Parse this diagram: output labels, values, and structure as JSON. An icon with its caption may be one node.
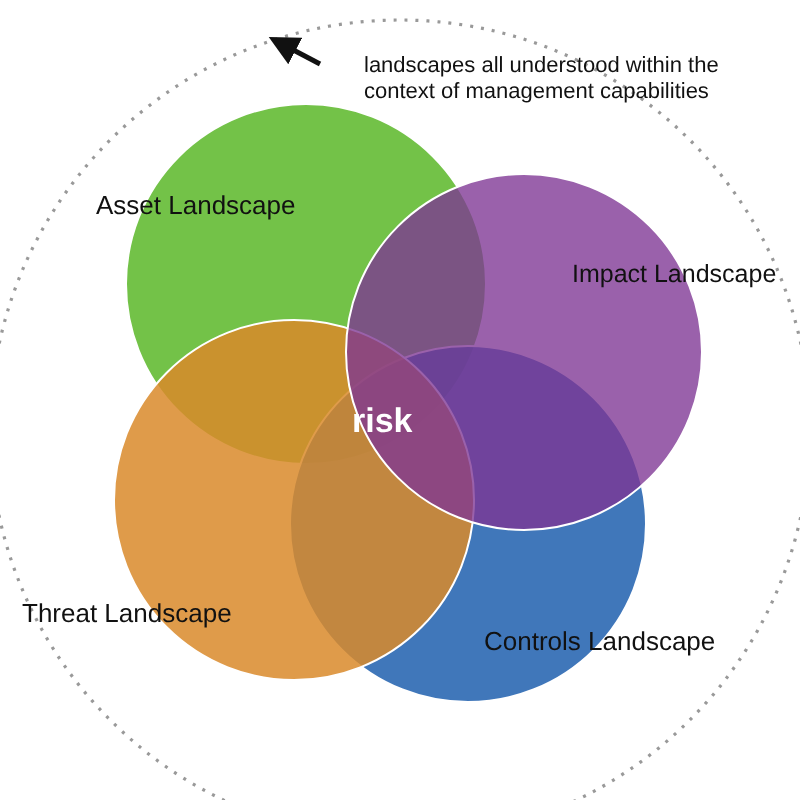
{
  "diagram": {
    "nodes": [
      {
        "text": [
          "landscapes all understood within the context of management capabilities"
        ]
      },
      {
        "text": [
          "Asset Landscape"
        ],
        "in": 0
      },
      {
        "text": [
          "Impact Landscape"
        ],
        "in": 0
      },
      {
        "text": [
          "Threat Landscape"
        ],
        "in": 0
      },
      {
        "text": [
          "Controls Landscape"
        ],
        "in": 0
      }
    ],
    "labels": [
      "risk"
    ]
  }
}
